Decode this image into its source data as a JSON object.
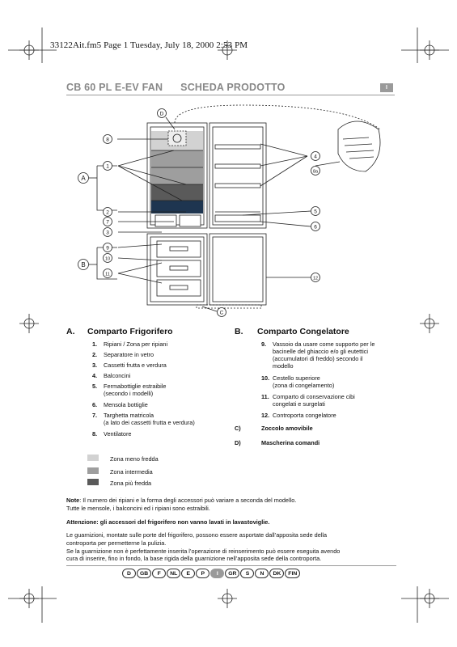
{
  "header": {
    "file_line": "33122Ait.fm5  Page 1  Tuesday, July 18, 2000  2:53 PM",
    "model": "CB 60 PL  E-EV FAN",
    "title": "SCHEDA PRODOTTO",
    "lang_tab": "I"
  },
  "diagram": {
    "labels": {
      "D": "D",
      "C": "C",
      "A": "A",
      "B": "B",
      "n1": "1",
      "n2": "2",
      "n3": "3",
      "n4": "4",
      "n5": "5",
      "n6": "6",
      "n7": "7",
      "n8": "8",
      "n8a": "8a",
      "n9": "9",
      "n10": "10",
      "n11": "11",
      "n12": "12"
    }
  },
  "section_a": {
    "letter": "A.",
    "heading": "Comparto Frigorifero",
    "items": [
      {
        "num": "1.",
        "lines": [
          "Ripiani / Zona per ripiani"
        ]
      },
      {
        "num": "2.",
        "lines": [
          "Separatore in vetro"
        ]
      },
      {
        "num": "3.",
        "lines": [
          "Cassetti frutta e verdura"
        ]
      },
      {
        "num": "4.",
        "lines": [
          "Balconcini"
        ]
      },
      {
        "num": "5.",
        "lines": [
          "Fermabottiglie estraibile",
          "(secondo i modelli)"
        ]
      },
      {
        "num": "6.",
        "lines": [
          "Mensola bottiglie"
        ]
      },
      {
        "num": "7.",
        "lines": [
          "Targhetta matricola",
          "(a lato dei cassetti frutta e verdura)"
        ]
      },
      {
        "num": "8.",
        "lines": [
          "Ventilatore"
        ]
      }
    ]
  },
  "section_b": {
    "letter": "B.",
    "heading": "Comparto Congelatore",
    "items": [
      {
        "num": "9.",
        "lines": [
          "Vassoio da usare come supporto per le",
          "bacinelle del ghiaccio e/o gli eutettici",
          "(accumulatori di freddo) secondo il",
          "modello"
        ]
      },
      {
        "num": "10.",
        "lines": [
          "Cestello superiore",
          "(zona di congelamento)"
        ]
      },
      {
        "num": "11.",
        "lines": [
          "Comparto di conservazione cibi",
          "congelati e surgelati"
        ]
      },
      {
        "num": "12.",
        "lines": [
          "Controporta congelatore"
        ]
      }
    ],
    "extra": [
      {
        "num": "C)",
        "text": "Zoccolo amovibile"
      },
      {
        "num": "D)",
        "text": "Mascherina comandi"
      }
    ]
  },
  "legend": [
    {
      "label": "Zona meno fredda",
      "color": "#d2d2d2"
    },
    {
      "label": "Zona intermedia",
      "color": "#9e9e9e"
    },
    {
      "label": "Zona più fredda",
      "color": "#5a5a5a"
    }
  ],
  "notes": {
    "note_label": "Note",
    "note_line1": ": Il numero dei ripiani e la forma degli accessori può variare a seconda del modello.",
    "note_line2": "Tutte le mensole, i balconcini ed i ripiani sono estraibili.",
    "attention": "Attenzione: gli accessori del frigorifero non vanno lavati in lavastoviglie.",
    "para_lines": [
      "Le guarnizioni, montate sulle porte del frigorifero, possono essere asportate dall’apposita sede della",
      "controporta per permetterne la pulizia.",
      "Se la guarnizione non è perfettamente inserita l’operazione di reinserimento può essere eseguita avendo",
      "cura di inserire, fino in fondo, la base rigida della guarnizione nell’apposita sede della controporta."
    ]
  },
  "languages": [
    "D",
    "GB",
    "F",
    "NL",
    "E",
    "P",
    "I",
    "GR",
    "S",
    "N",
    "DK",
    "FIN"
  ],
  "active_language": "I",
  "colors": {
    "heading_gray": "#888888",
    "zone_light": "#d2d2d2",
    "zone_mid": "#9e9e9e",
    "zone_dark": "#5a5a5a",
    "crisper_blue": "#1e3550"
  }
}
